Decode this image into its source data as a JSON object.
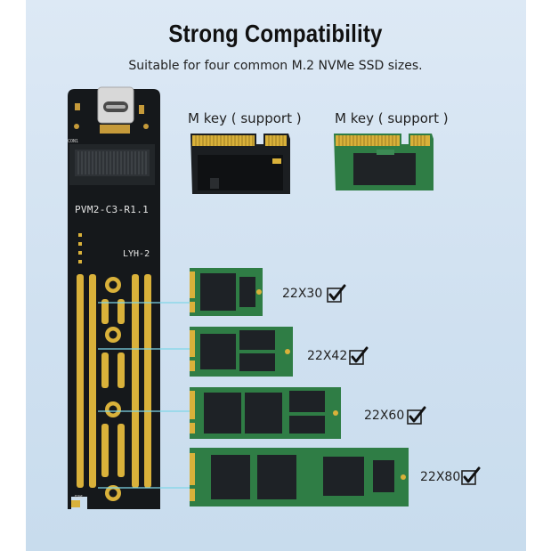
{
  "header": {
    "title": "Strong Compatibility",
    "subtitle": "Suitable for four common M.2 NVMe SSD sizes."
  },
  "connectors": [
    {
      "label": "M key ( support )"
    },
    {
      "label": "M key ( support )"
    }
  ],
  "board": {
    "silk_model": "PVM2-C3-R1.1",
    "silk_id": "LYH-2",
    "silk_con": "CON1",
    "silk_r": "R36"
  },
  "ssd_sizes": [
    {
      "label": "22X30",
      "checked": true
    },
    {
      "label": "22X42",
      "checked": true
    },
    {
      "label": "22X60",
      "checked": true
    },
    {
      "label": "22X80",
      "checked": true
    }
  ],
  "colors": {
    "panel_bg": "#d7e6f3",
    "pcb_black": "#15181b",
    "pcb_green": "#2f7d45",
    "gold": "#d9b13a",
    "guide_line": "#7fd6e8"
  }
}
